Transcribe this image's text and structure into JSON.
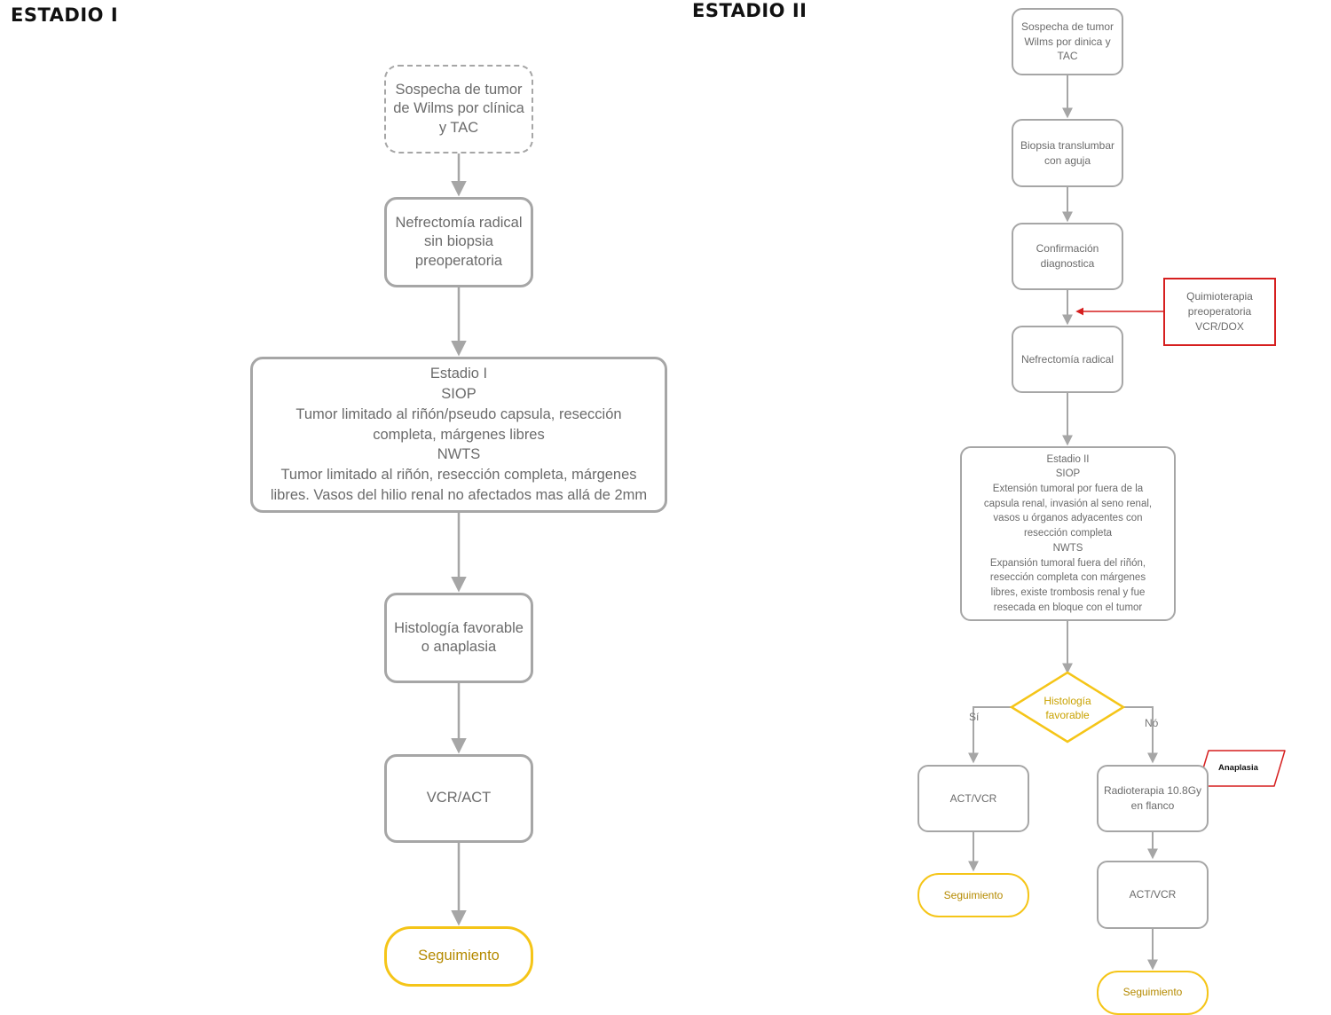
{
  "stage1": {
    "title": "ESTADIO I",
    "n1": [
      "Sospecha de tumor",
      "de Wilms por clínica",
      "y TAC"
    ],
    "n2": [
      "Nefrectomía radical",
      "sin biopsia",
      "preoperatoria"
    ],
    "n3": [
      "Estadio I",
      "SIOP",
      "Tumor limitado al riñón/pseudo capsula, resección",
      "completa, márgenes libres",
      "NWTS",
      "Tumor limitado al riñón, resección completa, márgenes",
      "libres. Vasos del hilio renal no afectados mas allá de 2mm"
    ],
    "n4": [
      "Histología favorable",
      "o anaplasia"
    ],
    "n5": "VCR/ACT",
    "n6": "Seguimiento"
  },
  "stage2": {
    "title": "ESTADIO II",
    "n1": [
      "Sospecha de tumor",
      "Wilms por dinica y",
      "TAC"
    ],
    "n2": [
      "Biopsia translumbar",
      "con aguja"
    ],
    "n3": [
      "Confirmación",
      "diagnostica"
    ],
    "quimio": [
      "Quimioterapia",
      "preoperatoria",
      "VCR/DOX"
    ],
    "n4": "Nefrectomía radical",
    "n5": [
      "Estadio II",
      "SIOP",
      "Extensión tumoral por fuera de la",
      "capsula renal, invasión al seno renal,",
      "vasos u órganos adyacentes con",
      "resección completa",
      "NWTS",
      "Expansión tumoral fuera del riñón,",
      "resección completa con márgenes",
      "libres, existe trombosis renal y fue",
      "resecada en bloque con el tumor"
    ],
    "diamond": [
      "Histología",
      "favorable"
    ],
    "yes_label": "Sí",
    "no_label": "Nó",
    "left_treatment": "ACT/VCR",
    "left_follow": "Seguimiento",
    "radio": [
      "Radioterapia 10.8Gy",
      "en flanco"
    ],
    "anaplasia_tag": "Anaplasia",
    "right_treatment": "ACT/VCR",
    "right_follow": "Seguimiento"
  },
  "colors": {
    "box_border": "#a6a6a6",
    "terminal_border": "#f5c518",
    "highlight_red": "#d61f1f",
    "arrow": "#a6a6a6"
  }
}
